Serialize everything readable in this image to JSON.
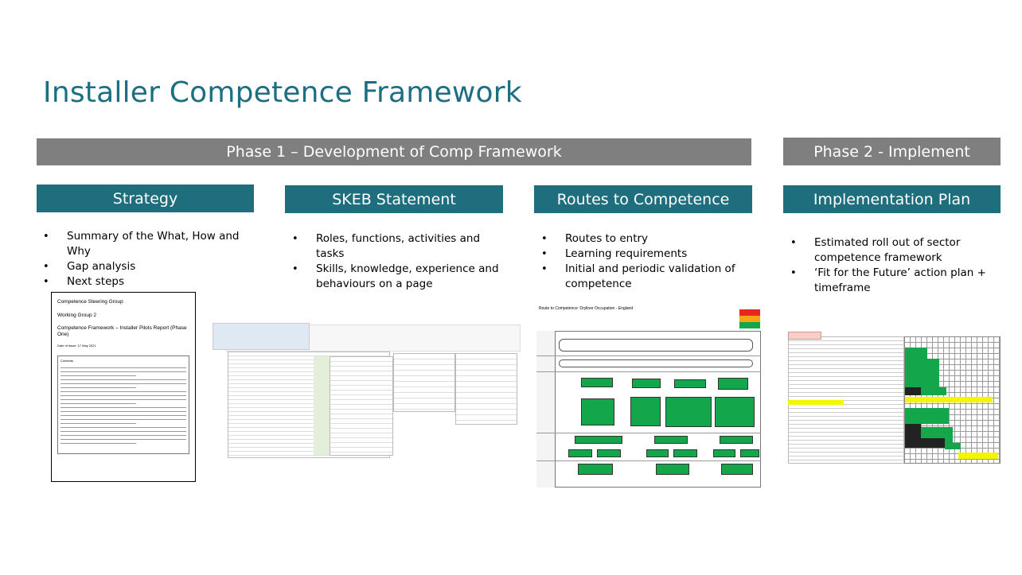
{
  "title": "Installer Competence Framework",
  "phases": {
    "phase1": "Phase 1 – Development of Comp Framework",
    "phase2": "Phase 2 - Implement"
  },
  "columns": {
    "strategy": {
      "heading": "Strategy",
      "bullets": [
        "Summary of the What, How and Why",
        "Gap analysis",
        "Next steps"
      ]
    },
    "skeb": {
      "heading": "SKEB Statement",
      "bullets": [
        "Roles, functions, activities and tasks",
        "Skills, knowledge, experience and behaviours on a page"
      ]
    },
    "routes": {
      "heading": "Routes to Competence",
      "bullets": [
        "Routes to entry",
        "Learning requirements",
        "Initial and periodic validation of competence"
      ]
    },
    "implementation": {
      "heading": "Implementation Plan",
      "bullets": [
        "Estimated roll out of sector competence framework",
        "‘Fit for the Future’ action plan + timeframe"
      ]
    }
  },
  "strategy_doc": {
    "line1": "Competence Steering Group",
    "line2": "Working Group 2",
    "line3": "Competence Framework – Installer Pilots Report (Phase One)",
    "line4": "Date of issue: 17 May 2021",
    "contents_label": "Contents"
  },
  "routes_doc": {
    "title": "Route to Competence: Dryliner Occupation - England"
  },
  "colors": {
    "title": "#1b6f80",
    "phase_bar": "#7f7f7f",
    "column_heading": "#1f6e7d",
    "green": "#13a64a",
    "black": "#222222",
    "yellow": "#f5f500"
  }
}
